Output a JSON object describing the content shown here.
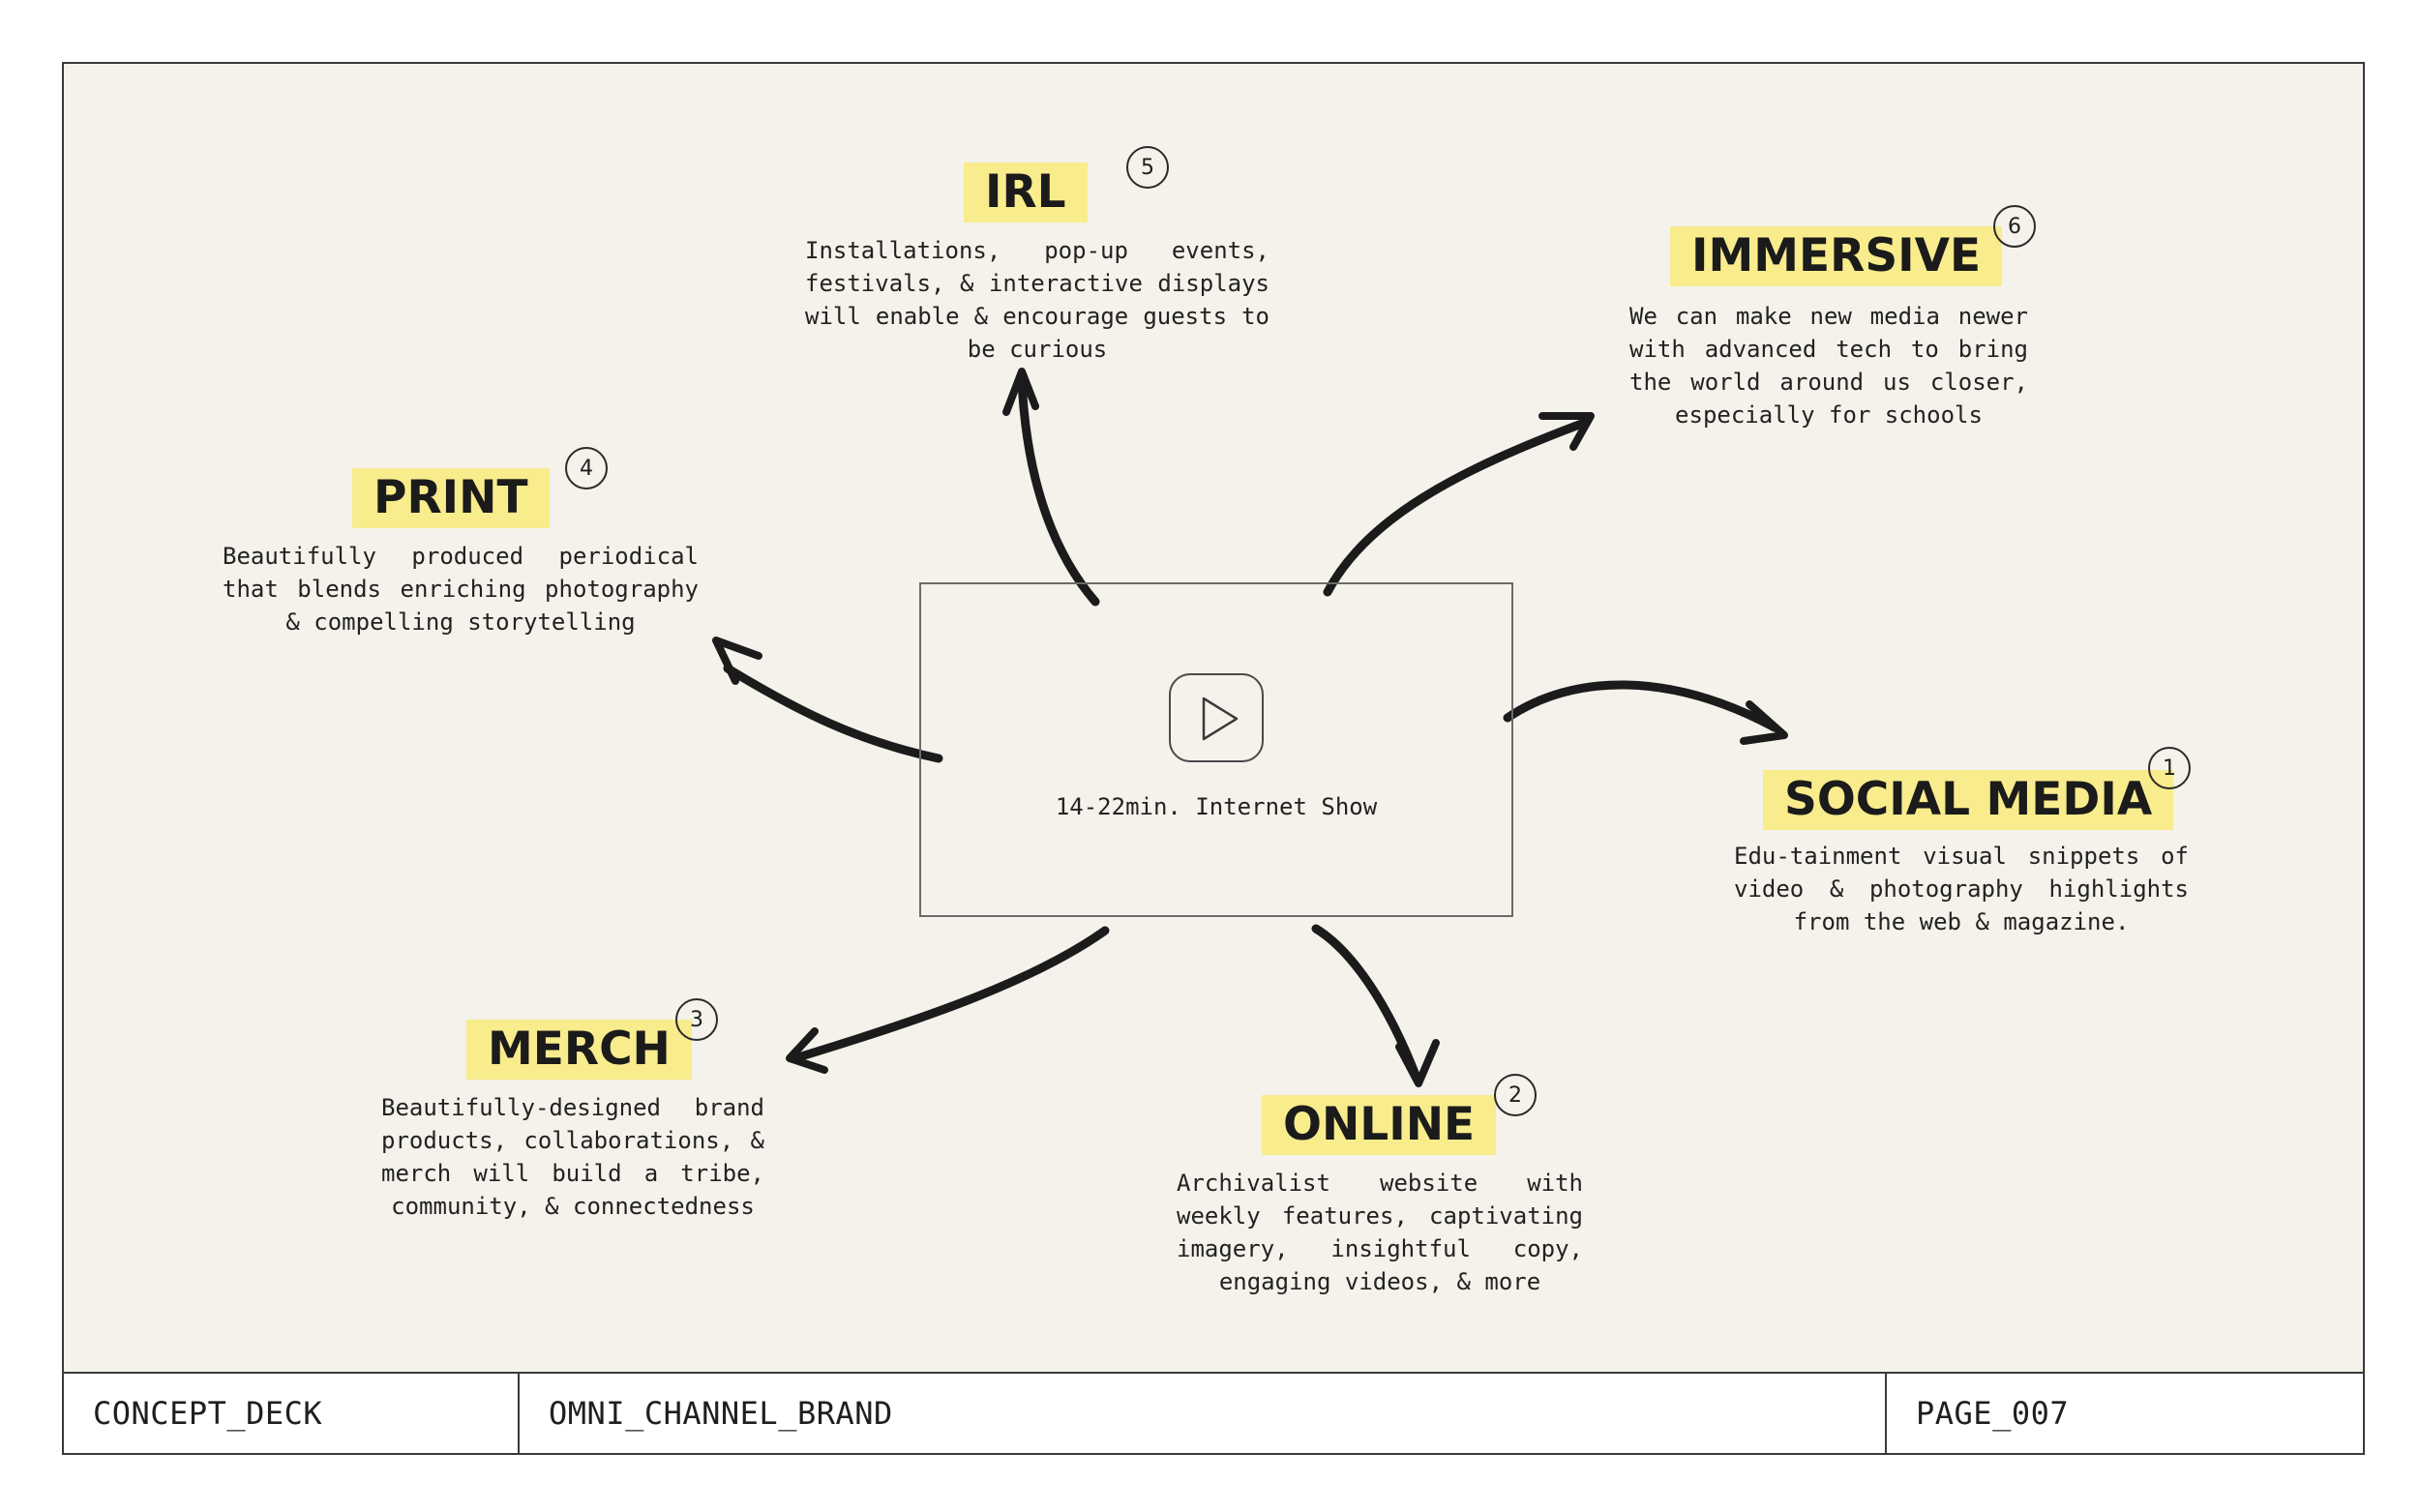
{
  "center": {
    "label": "14-22min. Internet Show",
    "icon": "play-icon"
  },
  "nodes": {
    "social_media": {
      "number": "1",
      "title": "SOCIAL MEDIA",
      "description": "Edu-tainment visual snippets of video & photography highlights from the web & magazine."
    },
    "online": {
      "number": "2",
      "title": "ONLINE",
      "description": "Archivalist website with weekly features, captivating imagery, insightful copy, engaging videos, & more"
    },
    "merch": {
      "number": "3",
      "title": "MERCH",
      "description": "Beautifully-designed brand products, collaborations, & merch will build a tribe, community, & connectedness"
    },
    "print": {
      "number": "4",
      "title": "PRINT",
      "description": "Beautifully produced periodical that blends enriching photography & compelling storytelling"
    },
    "irl": {
      "number": "5",
      "title": "IRL",
      "description": "Installations, pop-up events, festivals, & interactive displays will enable & encourage guests to be curious"
    },
    "immersive": {
      "number": "6",
      "title": "IMMERSIVE",
      "description": "We can make new media newer with advanced tech to bring the world around us closer, especially for schools"
    }
  },
  "footer": {
    "left": "CONCEPT_DECK",
    "middle": "OMNI_CHANNEL_BRAND",
    "right": "PAGE_007"
  },
  "colors": {
    "background": "#f4f2ea",
    "highlight": "#f8ec8c",
    "ink": "#1b1b1b"
  }
}
